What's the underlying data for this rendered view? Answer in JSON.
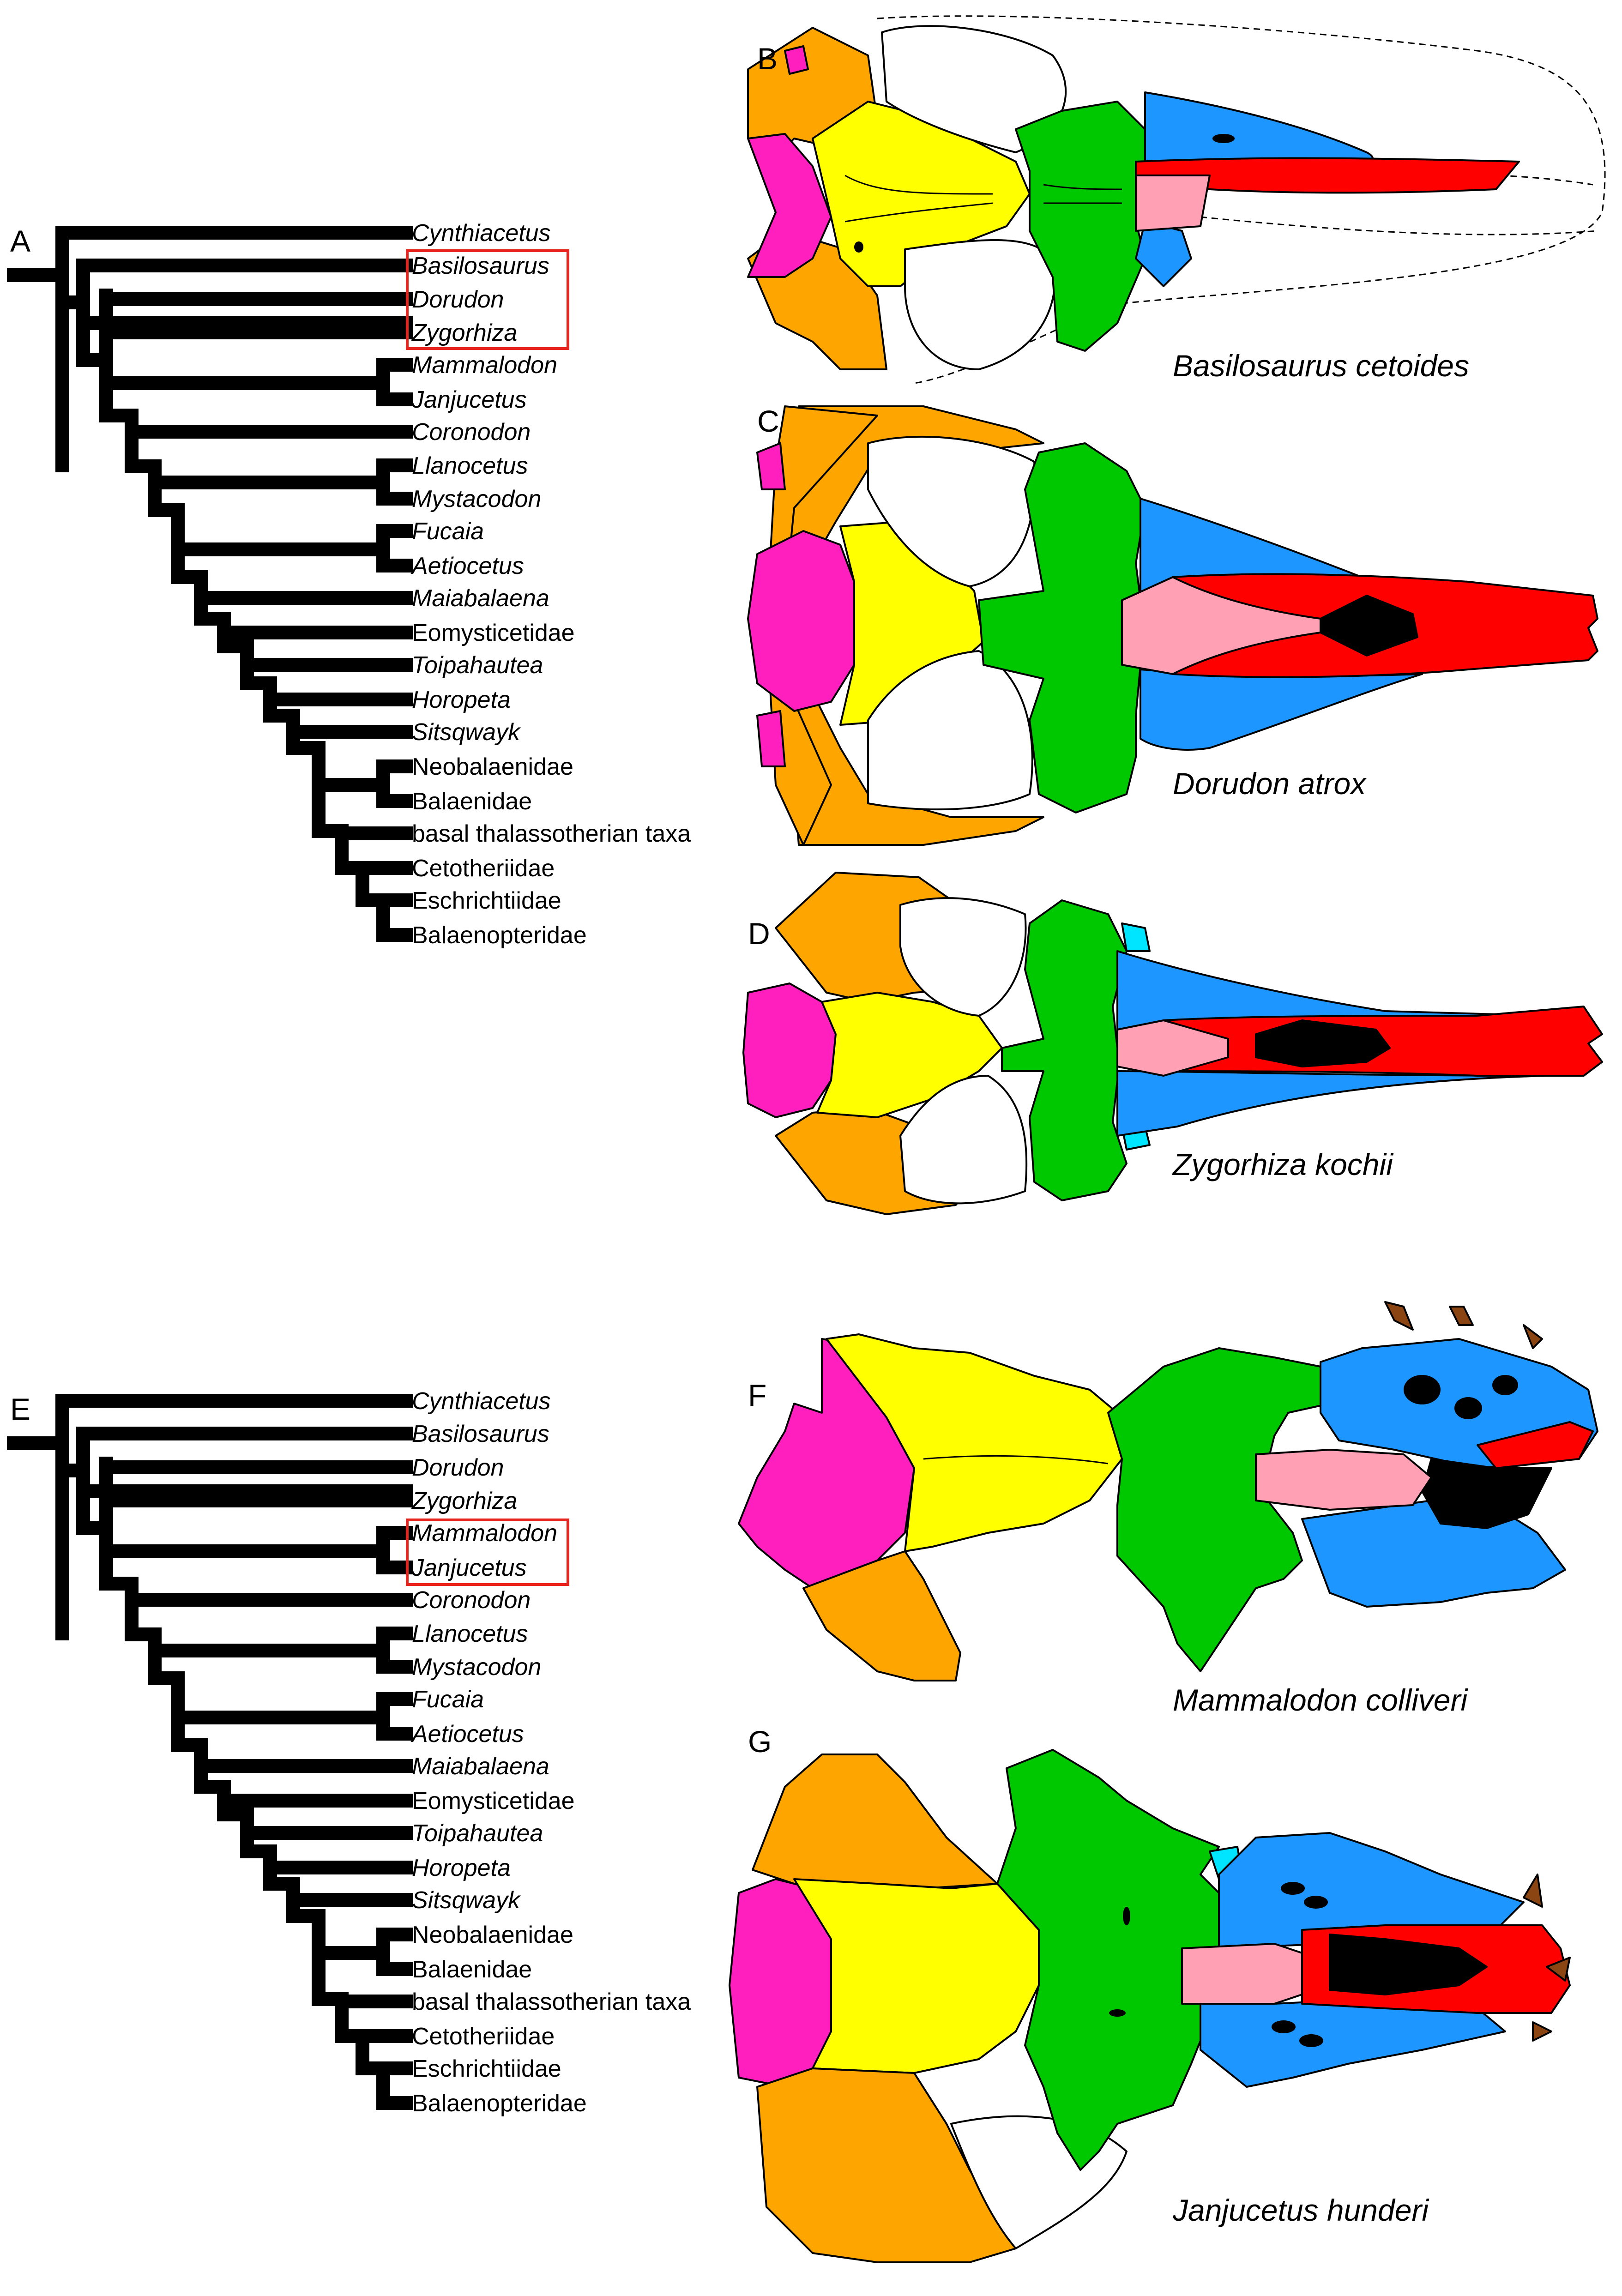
{
  "panels": {
    "a": "A",
    "b": "B",
    "c": "C",
    "d": "D",
    "e": "E",
    "f": "F",
    "g": "G"
  },
  "taxa_a": [
    {
      "name": "Cynthiacetus",
      "italic": true
    },
    {
      "name": "Basilosaurus",
      "italic": true
    },
    {
      "name": "Dorudon",
      "italic": true
    },
    {
      "name": "Zygorhiza",
      "italic": true
    },
    {
      "name": "Mammalodon",
      "italic": true
    },
    {
      "name": "Janjucetus",
      "italic": true
    },
    {
      "name": "Coronodon",
      "italic": true
    },
    {
      "name": "Llanocetus",
      "italic": true
    },
    {
      "name": "Mystacodon",
      "italic": true
    },
    {
      "name": "Fucaia",
      "italic": true
    },
    {
      "name": "Aetiocetus",
      "italic": true
    },
    {
      "name": "Maiabalaena",
      "italic": true
    },
    {
      "name": "Eomysticetidae",
      "italic": false
    },
    {
      "name": "Toipahautea",
      "italic": true
    },
    {
      "name": "Horopeta",
      "italic": true
    },
    {
      "name": "Sitsqwayk",
      "italic": true
    },
    {
      "name": "Neobalaenidae",
      "italic": false
    },
    {
      "name": "Balaenidae",
      "italic": false
    },
    {
      "name": "basal thalassotherian taxa",
      "italic": false
    },
    {
      "name": "Cetotheriidae",
      "italic": false
    },
    {
      "name": "Eschrichtiidae",
      "italic": false
    },
    {
      "name": "Balaenopteridae",
      "italic": false
    }
  ],
  "taxa_e": [
    {
      "name": "Cynthiacetus",
      "italic": true
    },
    {
      "name": "Basilosaurus",
      "italic": true
    },
    {
      "name": "Dorudon",
      "italic": true
    },
    {
      "name": "Zygorhiza",
      "italic": true
    },
    {
      "name": "Mammalodon",
      "italic": true
    },
    {
      "name": "Janjucetus",
      "italic": true
    },
    {
      "name": "Coronodon",
      "italic": true
    },
    {
      "name": "Llanocetus",
      "italic": true
    },
    {
      "name": "Mystacodon",
      "italic": true
    },
    {
      "name": "Fucaia",
      "italic": true
    },
    {
      "name": "Aetiocetus",
      "italic": true
    },
    {
      "name": "Maiabalaena",
      "italic": true
    },
    {
      "name": "Eomysticetidae",
      "italic": false
    },
    {
      "name": "Toipahautea",
      "italic": true
    },
    {
      "name": "Horopeta",
      "italic": true
    },
    {
      "name": "Sitsqwayk",
      "italic": true
    },
    {
      "name": "Neobalaenidae",
      "italic": false
    },
    {
      "name": "Balaenidae",
      "italic": false
    },
    {
      "name": "basal thalassotherian taxa",
      "italic": false
    },
    {
      "name": "Cetotheriidae",
      "italic": false
    },
    {
      "name": "Eschrichtiidae",
      "italic": false
    },
    {
      "name": "Balaenopteridae",
      "italic": false
    }
  ],
  "captions": {
    "b": "Basilosaurus cetoides",
    "c": "Dorudon atrox",
    "d": "Zygorhiza kochii",
    "f": "Mammalodon colliveri",
    "g": "Janjucetus hunderi"
  },
  "colors": {
    "occipital": "#ffa500",
    "parietal_magenta": "#ff1fbf",
    "frontal_yellow": "#ffff00",
    "nasal_green": "#00c800",
    "maxilla_blue": "#1e96ff",
    "premaxilla_red": "#ff0000",
    "pink": "#ffa0b4",
    "narial_black": "#000000",
    "teeth_brown": "#8b4513",
    "lacrimal_cyan": "#00e5ff",
    "highlight_box": "#e8241e"
  }
}
